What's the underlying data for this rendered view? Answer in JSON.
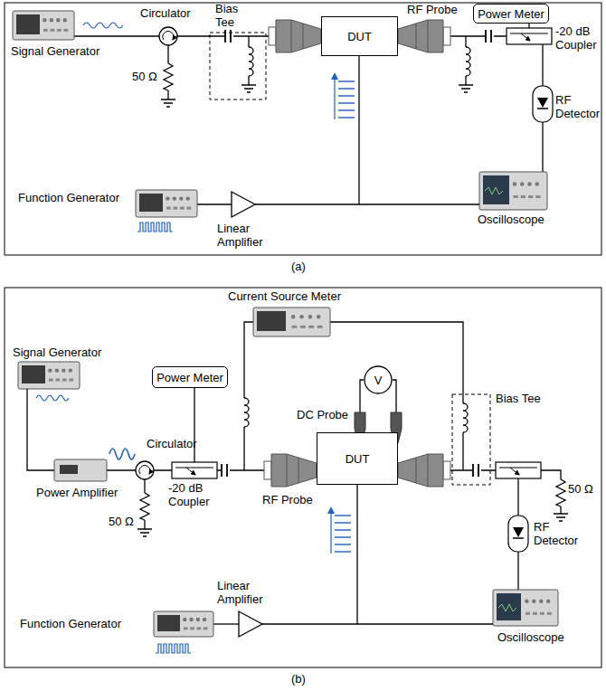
{
  "diagram": {
    "nodes": [
      {
        "text": [
          "Power Meter"
        ]
      },
      {
        "text": [
          "DUT"
        ]
      },
      {
        "text": [
          "Power Meter"
        ]
      },
      {
        "text": [
          "V"
        ]
      },
      {
        "text": [
          "DUT"
        ]
      }
    ],
    "labels": [
      "Signal Generator",
      "Circulator",
      "Bias Tee",
      "RF Probe",
      "-20 dB Coupler",
      "50 Ω",
      "RF Detector",
      "Function Generator",
      "Linear Amplifier",
      "Oscilloscope",
      "(a)",
      "Current Source Meter",
      "Signal Generator",
      "DC Probe",
      "Bias Tee",
      "Circulator",
      "Power Amplifier",
      "-20 dB Coupler",
      "RF Probe",
      "50 Ω",
      "50 Ω",
      "RF Detector",
      "Linear Amplifier",
      "Function Generator",
      "Oscilloscope",
      "(b)"
    ]
  }
}
